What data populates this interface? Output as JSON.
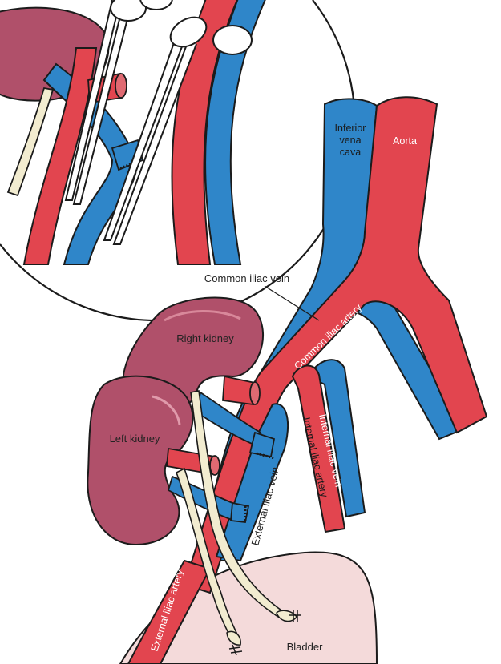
{
  "labels": {
    "inferior_vena_cava": [
      "Inferior",
      "vena",
      "cava"
    ],
    "aorta": "Aorta",
    "common_iliac_vein": "Common iliac vein",
    "common_iliac_artery": "Common iliac artery",
    "right_kidney": "Right kidney",
    "left_kidney": "Left kidney",
    "internal_iliac_vein": "Internal iliac vein",
    "internal_iliac_artery": "Internal iliac artery",
    "external_iliac_vein": "External iliac vein",
    "external_iliac_artery": "External iliac artery",
    "bladder": "Bladder"
  },
  "colors": {
    "artery": "#e2454f",
    "vein": "#2f86c9",
    "kidney": "#b0506a",
    "bladder": "#f4dada",
    "ureter": "#f2ecd0",
    "outline": "#1b1b1b"
  }
}
